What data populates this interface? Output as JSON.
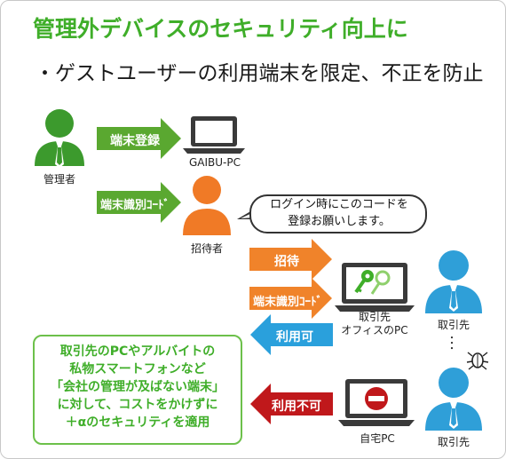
{
  "title": "管理外デバイスのセキュリティ向上に",
  "subtitle": "・ゲストユーザーの利用端末を限定、不正を防止",
  "actors": {
    "admin": "管理者",
    "invitee": "招待者",
    "partner_top": "取引先",
    "partner_bottom": "取引先"
  },
  "devices": {
    "gaibu_pc": "GAIBU-PC",
    "office_pc": "取引先\nオフィスのPC",
    "home_pc": "自宅PC"
  },
  "arrows": {
    "register": "端末登録",
    "identify_code_1": "端末識別ｺｰﾄﾞ",
    "invite": "招待",
    "identify_code_2": "端末識別ｺｰﾄﾞ",
    "allowed": "利用可",
    "denied": "利用不可"
  },
  "speech": "ログイン時にこのコードを\n登録お願いします。",
  "ellipsis": "・\n・\n・",
  "note": "取引先のPCやアルバイトの\n私物スマートフォンなど\n「会社の管理が及ばない端末」\nに対して、コストをかけずに\n＋αのセキュリティを適用",
  "colors": {
    "title_green": "#3fae29",
    "arrow_green": "#5aa830",
    "arrow_orange": "#f0832a",
    "arrow_blue": "#2aa0dc",
    "arrow_red": "#c0181b",
    "person_green": "#3c9a2d",
    "person_orange": "#f07a26",
    "person_blue": "#2f9fd8"
  }
}
